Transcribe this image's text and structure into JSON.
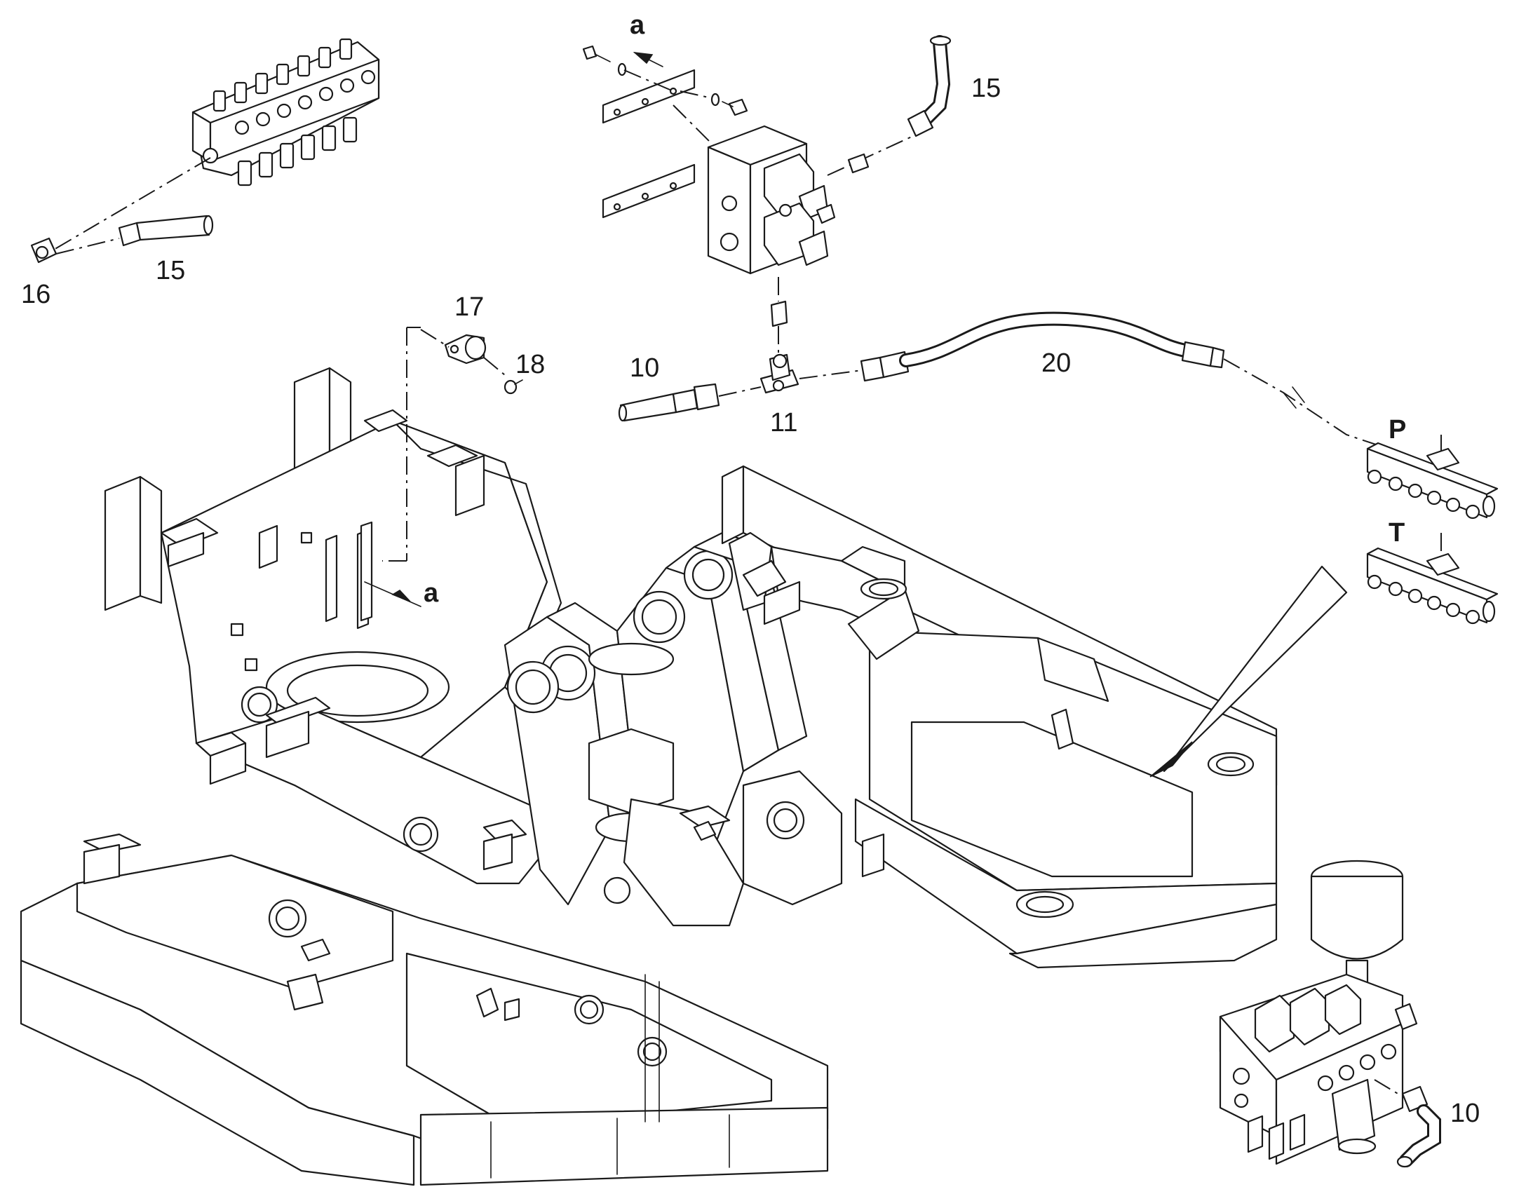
{
  "labels": {
    "callout_16": "16",
    "callout_15_left": "15",
    "callout_15_top": "15",
    "callout_17": "17",
    "callout_18": "18",
    "callout_10_left": "10",
    "callout_11": "11",
    "callout_20": "20",
    "callout_10_right": "10",
    "view_a_top": "a",
    "view_a_frame": "a",
    "port_p": "P",
    "port_t": "T"
  },
  "colors": {
    "line": "#1a1a1a",
    "background": "#ffffff",
    "shade": "#d8d8d8"
  }
}
